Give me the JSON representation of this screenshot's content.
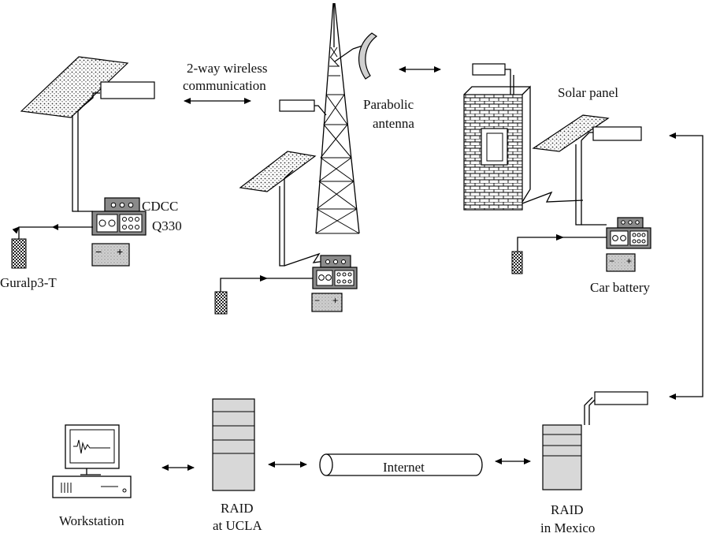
{
  "labels": {
    "wireless": [
      "2-way wireless",
      "communication"
    ],
    "parabolic": [
      "Parabolic",
      "antenna"
    ],
    "solar_panel": "Solar panel",
    "cdcc": "CDCC",
    "q330": "Q330",
    "guralp": "Guralp3-T",
    "car_battery": "Car battery",
    "internet": "Internet",
    "workstation": "Workstation",
    "raid_ucla": [
      "RAID",
      "at UCLA"
    ],
    "raid_mexico": [
      "RAID",
      "in Mexico"
    ]
  },
  "battery_symbols": {
    "minus": "−",
    "plus": "+"
  },
  "colors": {
    "line": "#000000",
    "device_fill": "#8a8a8a",
    "panel_fill": "#d8d8d8"
  }
}
